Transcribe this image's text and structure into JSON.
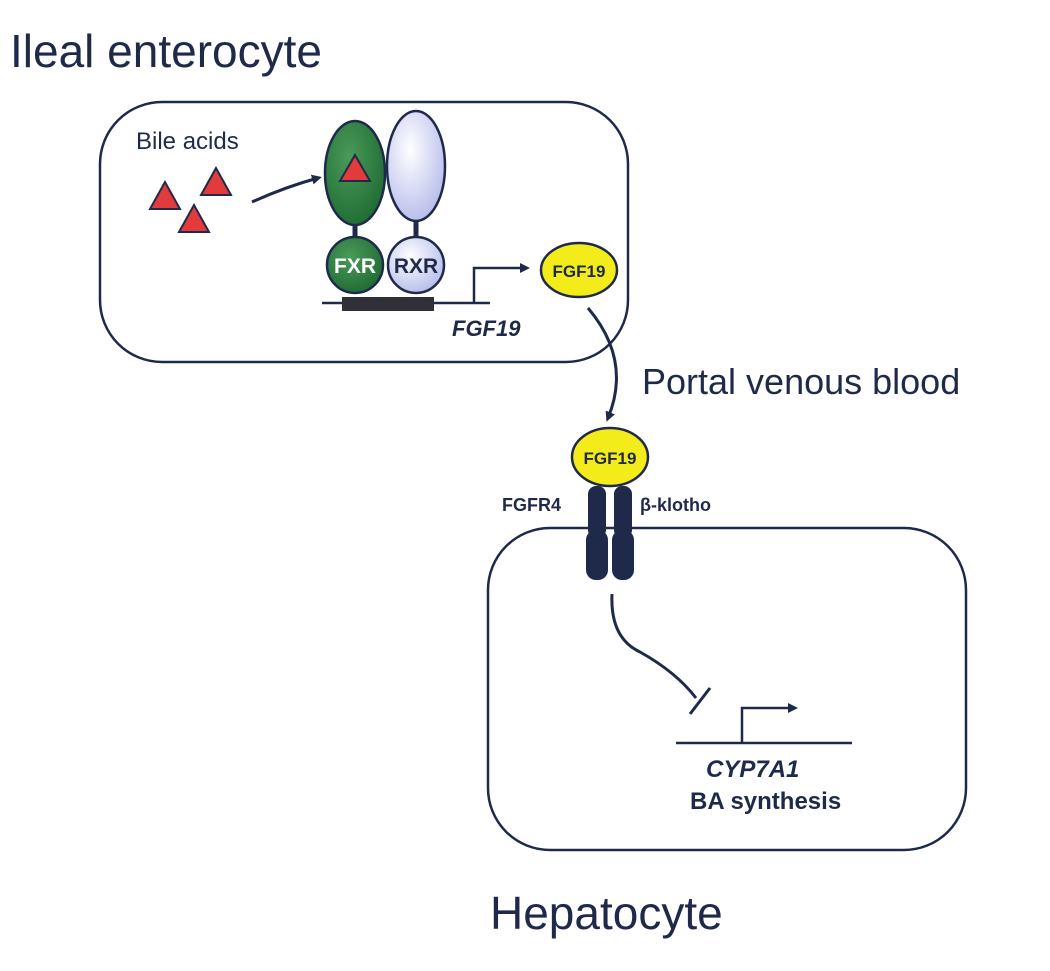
{
  "titles": {
    "top_cell": "Ileal enterocyte",
    "bottom_cell": "Hepatocyte",
    "circulation": "Portal venous blood"
  },
  "enterocyte": {
    "ligand_label": "Bile acids",
    "receptor_left": "FXR",
    "receptor_right": "RXR",
    "target_gene": "FGF19",
    "secreted_protein": "FGF19"
  },
  "hepatocyte": {
    "ligand": "FGF19",
    "receptor": "FGFR4",
    "coreceptor": "β-klotho",
    "target_gene": "CYP7A1",
    "process": "BA synthesis"
  },
  "colors": {
    "outline": "#1f2a4a",
    "fxr_green": "#1e6b32",
    "rxr_lavender": "#c6cbf0",
    "bile_acid_red": "#e23b3b",
    "fgf19_yellow": "#f4ec1a",
    "dna_bar": "#2f2f38"
  }
}
